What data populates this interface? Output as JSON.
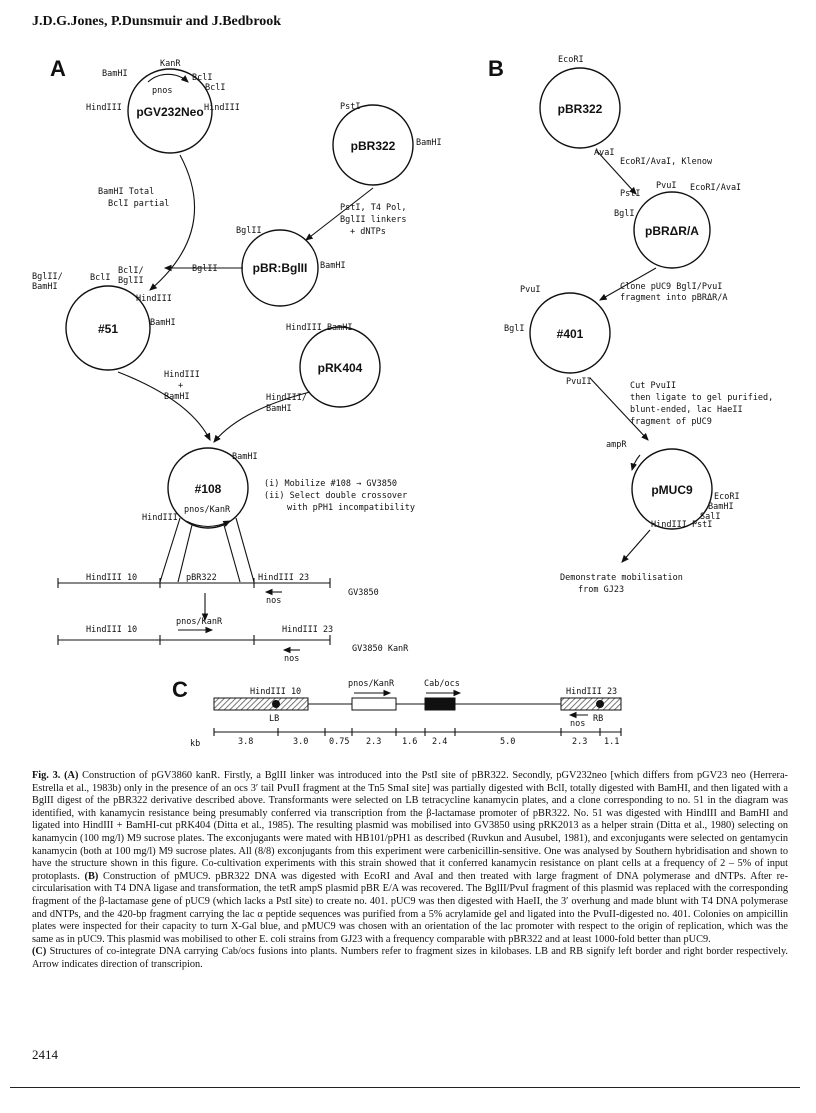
{
  "header": {
    "authors": "J.D.G.Jones, P.Dunsmuir and J.Bedbrook"
  },
  "panels": {
    "a": "A",
    "b": "B",
    "c": "C"
  },
  "plasmids": {
    "pgv232neo": "pGV232Neo",
    "pbr322_a": "pBR322",
    "pbr_bgl": "pBR:BglII",
    "p51": "#51",
    "prk404": "pRK404",
    "p108": "#108",
    "pbr322_b": "pBR322",
    "pbrra": "pBRΔR/A",
    "p401": "#401",
    "pmuc9": "pMUC9"
  },
  "site_labels": {
    "kanr": "KanR",
    "pnos": "pnos",
    "bamhi_232": "BamHI",
    "bcli_1": "BclI",
    "bcli_2": "BclI",
    "hind_232_l": "HindIII",
    "hind_232_r": "HindIII",
    "psti_pbr": "PstI",
    "bamhi_pbr": "BamHI",
    "bgl_pbrbgl": "BglII",
    "bamhi_pbrbgl": "BamHI",
    "bgl_bam_51": "BglII/ BamHI",
    "bcli_51": "BclI",
    "bcli_bgl_51": "BclI/ BglII",
    "hind_51": "HindIII",
    "bamhi_51": "BamHI",
    "hind_bam_prk": "HindIII BamHI",
    "bamhi_108": "BamHI",
    "pnos_kan_108": "pnos/KanR",
    "hind_108": "HindIII",
    "ecori_b": "EcoRI",
    "avai_b": "AvaI",
    "psti_ra": "PstI",
    "pvui_ra": "PvuI",
    "ecori_avai_ra": "EcoRI/AvaI",
    "bgli_ra": "BglI",
    "pvui_401": "PvuI",
    "bgli_401": "BglI",
    "pvuii_401": "PvuII",
    "ampr": "ampR",
    "ecori_muc": "EcoRI",
    "bamhi_muc": "BamHI",
    "sali_muc": "SalI",
    "hind_pst_muc": "HindIII PstI"
  },
  "steps": {
    "a1": [
      "BamHI Total",
      "BclI partial"
    ],
    "a2": [
      "PstI, T4 Pol,",
      "BglII linkers",
      "+ dNTPs"
    ],
    "a3": "BglII",
    "a4": [
      "HindIII",
      "+",
      "BamHI"
    ],
    "a5": [
      "HindIII/",
      "BamHI"
    ],
    "mobilize": [
      "(i) Mobilize #108 → GV3850",
      "(ii) Select double crossover",
      "with pPH1 incompatibility"
    ],
    "b1": "EcoRI/AvaI, Klenow",
    "b2": [
      "Clone pUC9 BglI/PvuI",
      "fragment into pBRΔR/A"
    ],
    "b3": [
      "Cut PvuII",
      "then ligate to gel purified,",
      "blunt-ended, lac HaeII",
      "fragment of pUC9"
    ],
    "b4": [
      "Demonstrate mobilisation",
      "from GJ23"
    ]
  },
  "maps": {
    "gv3850": {
      "name": "GV3850",
      "left": "HindIII 10",
      "middle": "pBR322",
      "right": "HindIII 23",
      "nos": "nos"
    },
    "gv3850kan": {
      "name": "GV3850 KanR",
      "left": "HindIII 10",
      "middle": "pnos/KanR",
      "right": "HindIII 23",
      "nos": "nos"
    }
  },
  "panel_c": {
    "left_site": "HindIII 10",
    "pnos_kan": "pnos/KanR",
    "cab_ocs": "Cab/ocs",
    "right_site": "HindIII 23",
    "nos": "nos",
    "lb": "LB",
    "rb": "RB",
    "kb_label": "kb",
    "sizes": [
      "3.8",
      "3.0",
      "0.75",
      "2.3",
      "1.6",
      "2.4",
      "5.0",
      "2.3",
      "1.1"
    ]
  },
  "caption": {
    "p1_bold": "Fig. 3. (A)",
    "p1": "Construction of pGV3860 kanR. Firstly, a BglII linker was introduced into the PstI site of pBR322. Secondly, pGV232neo [which differs from pGV23 neo (Herrera-Estrella et al., 1983b) only in the presence of an ocs 3′ tail PvuII fragment at the Tn5 SmaI site] was partially digested with BclI, totally digested with BamHI, and then ligated with a BglII digest of the pBR322 derivative described above. Transformants were selected on LB tetracycline kanamycin plates, and a clone corresponding to no. 51 in the diagram was identified, with kanamycin resistance being presumably conferred via transcription from the β-lactamase promoter of pBR322. No. 51 was digested with HindIII and BamHI and ligated into HindIII + BamHI-cut pRK404 (Ditta et al., 1985). The resulting plasmid was mobilised into GV3850 using pRK2013 as a helper strain (Ditta et al., 1980) selecting on kanamycin (100 mg/l) M9 sucrose plates. The exconjugants were mated with HB101/pPH1 as described (Ruvkun and Ausubel, 1981), and exconjugants were selected on gentamycin kanamycin (both at 100 mg/l) M9 sucrose plates. All (8/8) exconjugants from this experiment were carbenicillin-sensitive. One was analysed by Southern hybridisation and shown to have the structure shown in this figure. Co-cultivation experiments with this strain showed that it conferred kanamycin resistance on plant cells at a frequency of 2 – 5% of input protoplasts.",
    "p2_bold": "(B)",
    "p2": "Construction of pMUC9. pBR322 DNA was digested with EcoRI and AvaI and then treated with large fragment of DNA polymerase and dNTPs. After re-circularisation with T4 DNA ligase and transformation, the tetR ampS plasmid pBR E/A was recovered. The BglII/PvuI fragment of this plasmid was replaced with the corresponding fragment of the β-lactamase gene of pUC9 (which lacks a PstI site) to create no. 401. pUC9 was then digested with HaeII, the 3′ overhung and made blunt with T4 DNA polymerase and dNTPs, and the 420-bp fragment carrying the lac α peptide sequences was purified from a 5% acrylamide gel and ligated into the PvuII-digested no. 401. Colonies on ampicillin plates were inspected for their capacity to turn X-Gal blue, and pMUC9 was chosen with an orientation of the lac promoter with respect to the origin of replication, which was the same as in pUC9. This plasmid was mobilised to other E. coli strains from GJ23 with a frequency comparable with pBR322 and at least 1000-fold better than pUC9.",
    "p3_bold": "(C)",
    "p3": "Structures of co-integrate DNA carrying Cab/ocs fusions into plants. Numbers refer to fragment sizes in kilobases. LB and RB signify left border and right border respectively. Arrow indicates direction of transcripion."
  },
  "page_number": "2414"
}
